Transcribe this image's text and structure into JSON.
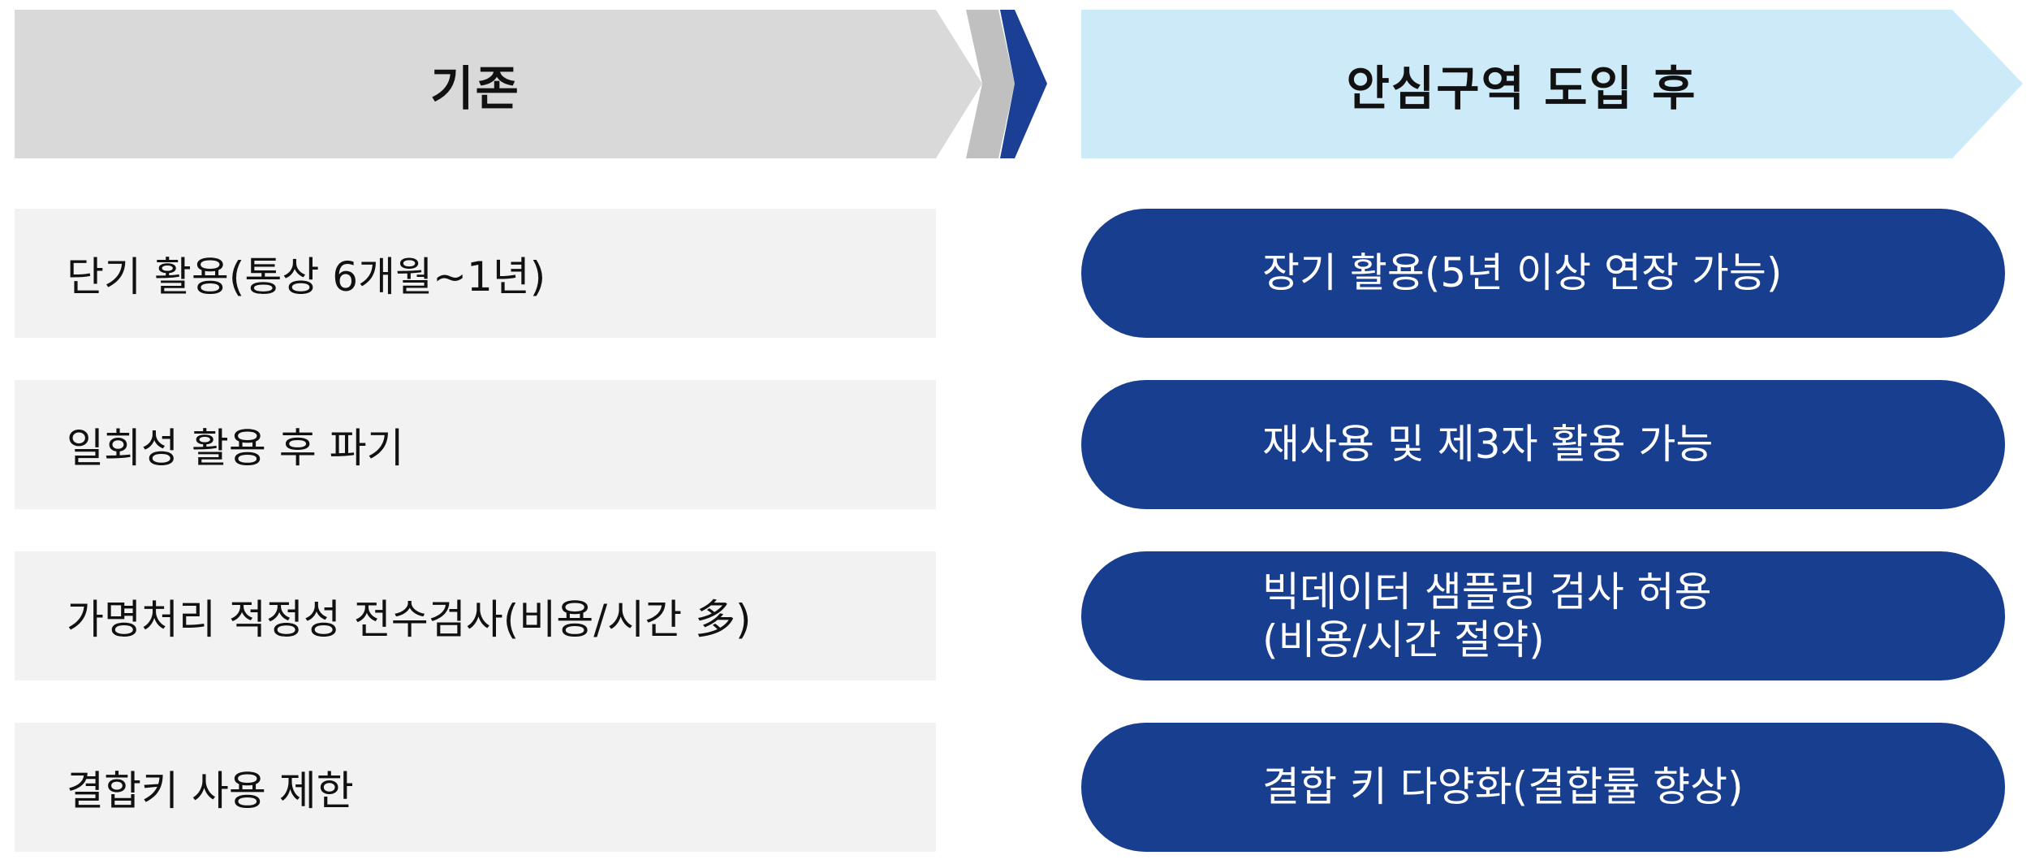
{
  "header": {
    "left_title": "기존",
    "right_title": "안심구역 도입 후"
  },
  "colors": {
    "left_header": "#d9d9d9",
    "chevron_gray": "#c0c0c0",
    "chevron_blue": "#1a3f95",
    "right_header": "#cdeaf8",
    "left_row_bg": "#f2f2f2",
    "right_row_bg": "#183e90"
  },
  "rows": [
    {
      "before": "단기 활용(통상 6개월~1년)",
      "after_lines": [
        "장기 활용(5년 이상 연장 가능)"
      ]
    },
    {
      "before": "일회성 활용 후 파기",
      "after_lines": [
        "재사용 및 제3자 활용 가능"
      ]
    },
    {
      "before": "가명처리 적정성 전수검사(비용/시간 多)",
      "after_lines": [
        "빅데이터 샘플링 검사 허용",
        "(비용/시간 절약)"
      ]
    },
    {
      "before": "결합키 사용 제한",
      "after_lines": [
        "결합 키 다양화(결합률 향상)"
      ]
    }
  ]
}
